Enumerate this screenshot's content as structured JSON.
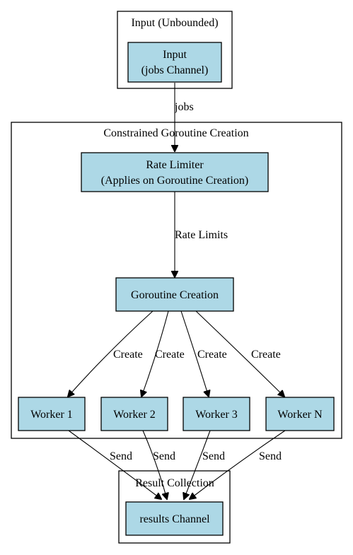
{
  "clusters": {
    "input": "Input (Unbounded)",
    "constrained": "Constrained Goroutine Creation",
    "result": "Result Collection"
  },
  "nodes": {
    "input": [
      "Input",
      "(jobs Channel)"
    ],
    "rate_limiter": [
      "Rate Limiter",
      "(Applies on Goroutine Creation)"
    ],
    "goroutine_creation": "Goroutine Creation",
    "worker1": "Worker 1",
    "worker2": "Worker 2",
    "worker3": "Worker 3",
    "workerN": "Worker N",
    "results": "results Channel"
  },
  "edges": {
    "jobs": "jobs",
    "rate_limits": "Rate Limits",
    "create": "Create",
    "send": "Send"
  },
  "colors": {
    "node_fill": "#add8e6",
    "stroke": "#000000"
  }
}
